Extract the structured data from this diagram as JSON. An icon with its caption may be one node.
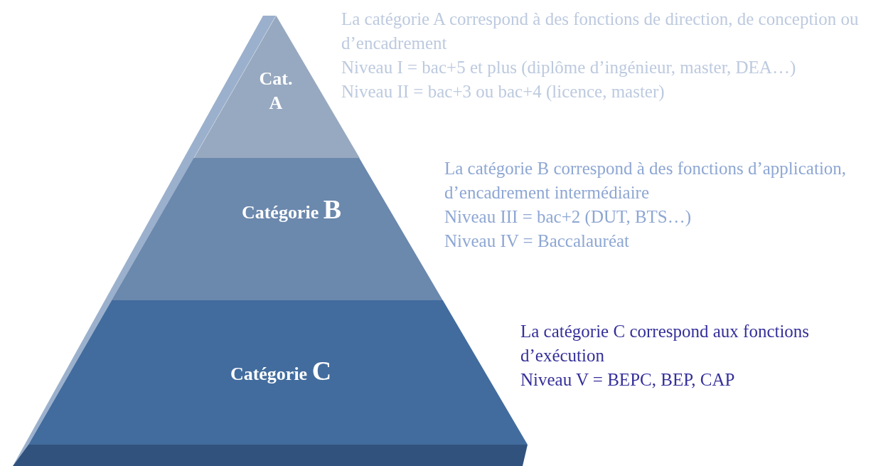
{
  "diagram": {
    "nodes": [
      {
        "text": [
          "Cat. A"
        ],
        "beside": [
          "La catégorie A correspond à des fonctions de direction, de conception ou d’encadrement",
          "Niveau I = bac+5 et plus (diplôme d’ingénieur, master, DEA…)",
          "Niveau II = bac+3 ou bac+4 (licence, master)"
        ]
      },
      {
        "text": [
          "Catégorie B"
        ],
        "beside": [
          "La catégorie B correspond à des fonctions d’application, d’encadrement intermédiaire",
          "Niveau III = bac+2 (DUT, BTS…)",
          "Niveau IV = Baccalauréat"
        ]
      },
      {
        "text": [
          "Catégorie C"
        ],
        "beside": [
          "La catégorie C correspond aux fonctions d’exécution",
          "Niveau V = BEPC, BEP, CAP"
        ]
      }
    ]
  }
}
